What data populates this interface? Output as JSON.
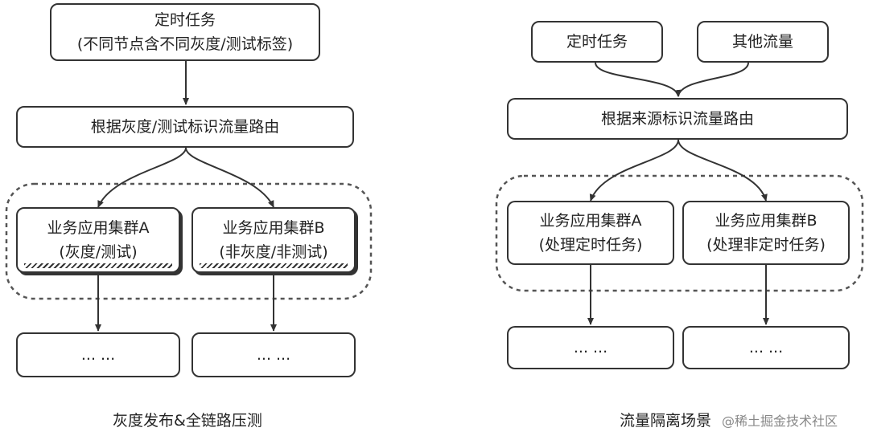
{
  "left_diagram": {
    "top_box": {
      "line1": "定时任务",
      "line2": "(不同节点含不同灰度/测试标签)"
    },
    "router_box": {
      "label": "根据灰度/测试标识流量路由"
    },
    "cluster_a": {
      "line1": "业务应用集群A",
      "line2": "(灰度/测试)"
    },
    "cluster_b": {
      "line1": "业务应用集群B",
      "line2": "(非灰度/非测试)"
    },
    "downstream_a": {
      "label": "... ..."
    },
    "downstream_b": {
      "label": "... ..."
    },
    "caption": "灰度发布&全链路压测"
  },
  "right_diagram": {
    "source_a": {
      "label": "定时任务"
    },
    "source_b": {
      "label": "其他流量"
    },
    "router_box": {
      "label": "根据来源标识流量路由"
    },
    "cluster_a": {
      "line1": "业务应用集群A",
      "line2": "(处理定时任务)"
    },
    "cluster_b": {
      "line1": "业务应用集群B",
      "line2": "(处理非定时任务)"
    },
    "downstream_a": {
      "label": "... ..."
    },
    "downstream_b": {
      "label": "... ..."
    },
    "caption": "流量隔离场景"
  },
  "watermark": "@稀土掘金技术社区",
  "colors": {
    "stroke": "#333333",
    "dashed_group": "#555555"
  }
}
